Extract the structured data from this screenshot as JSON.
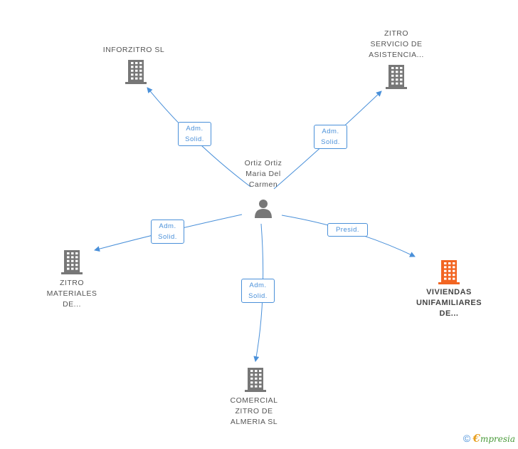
{
  "center": {
    "label": "Ortiz Ortiz\nMaria Del\nCarmen",
    "icon": "person-icon"
  },
  "companies": [
    {
      "id": "inforzitro",
      "label": "INFORZITRO SL",
      "icon": "building-icon",
      "highlight": false
    },
    {
      "id": "servicio",
      "label": "ZITRO\nSERVICIO DE\nASISTENCIA...",
      "icon": "building-icon",
      "highlight": false
    },
    {
      "id": "materiales",
      "label": "ZITRO\nMATERIALES\nDE...",
      "icon": "building-icon",
      "highlight": false
    },
    {
      "id": "comercial",
      "label": "COMERCIAL\nZITRO DE\nALMERIA SL",
      "icon": "building-icon",
      "highlight": false
    },
    {
      "id": "viviendas",
      "label": "VIVIENDAS\nUNIFAMILIARES\nDE...",
      "icon": "building-icon",
      "highlight": true
    }
  ],
  "relations": [
    {
      "to": "inforzitro",
      "label": "Adm.\nSolid."
    },
    {
      "to": "servicio",
      "label": "Adm.\nSolid."
    },
    {
      "to": "materiales",
      "label": "Adm.\nSolid."
    },
    {
      "to": "comercial",
      "label": "Adm.\nSolid."
    },
    {
      "to": "viviendas",
      "label": "Presid."
    }
  ],
  "colors": {
    "edge": "#4a90d9",
    "building": "#777777",
    "highlight": "#f26522",
    "person": "#777777"
  },
  "footer": {
    "copyright": "©",
    "brand_e": "€",
    "brand_rest": "mpresia"
  }
}
